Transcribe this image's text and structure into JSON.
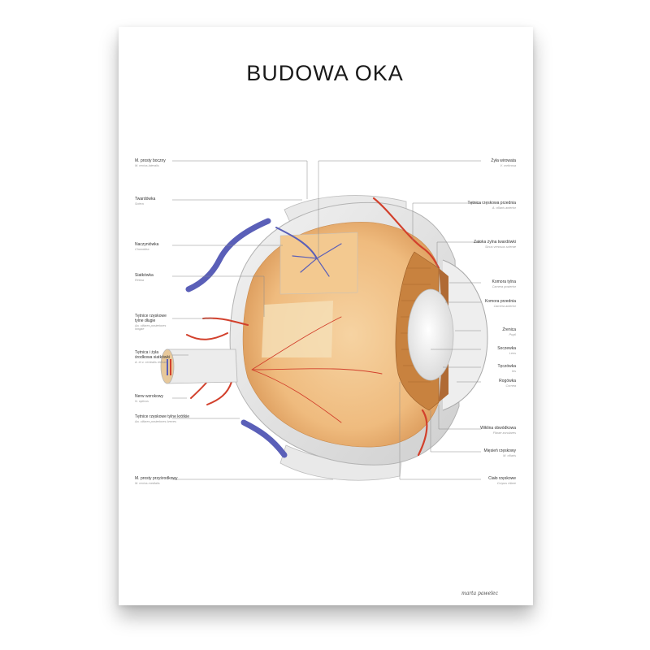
{
  "title": "BUDOWA OKA",
  "labels_left": [
    {
      "pl": "M. prosty boczny",
      "la": "M. rectus lateralis"
    },
    {
      "pl": "Twardówka",
      "la": "Sclera"
    },
    {
      "pl": "Naczyniówka",
      "la": "Choroidea"
    },
    {
      "pl": "Siatkówka",
      "la": "Retina"
    },
    {
      "pl": "Tętnice rzęskowe tylne długie",
      "la": "Aa. ciliares posteriores longae"
    },
    {
      "pl": "Tętnica i żyła środkowa siatkówki",
      "la": "A. et v. centralis retinae"
    },
    {
      "pl": "Nerw wzrokowy",
      "la": "N. opticus"
    },
    {
      "pl": "Tętnice rzęskowe tylne krótkie",
      "la": "Aa. ciliares posteriores breves"
    },
    {
      "pl": "M. prosty przyśrodkowy",
      "la": "M. rectus medialis"
    }
  ],
  "labels_right": [
    {
      "pl": "Żyła wirowata",
      "la": "V. vorticosa"
    },
    {
      "pl": "Tętnica rzęskowa przednia",
      "la": "A. ciliaris anterior"
    },
    {
      "pl": "Zatoka żylna twardówki",
      "la": "Sinus venosus sclerae"
    },
    {
      "pl": "Komora tylna",
      "la": "Camera posterior"
    },
    {
      "pl": "Komora przednia",
      "la": "Camera anterior"
    },
    {
      "pl": "Źrenica",
      "la": "Pupil"
    },
    {
      "pl": "Soczewka",
      "la": "Lens"
    },
    {
      "pl": "Tęczówka",
      "la": "Iris"
    },
    {
      "pl": "Rogówka",
      "la": "Cornea"
    },
    {
      "pl": "Wiklina obwódkowa",
      "la": "Fibrae zonulares"
    },
    {
      "pl": "Mięsień rzęskowy",
      "la": "M. ciliaris"
    },
    {
      "pl": "Ciało rzęskowe",
      "la": "Corpus ciliare"
    }
  ],
  "signature": "marta pawelec",
  "colors": {
    "sclera": "#e6e6e6",
    "retina": "#f0c48e",
    "artery": "#d2402c",
    "vein": "#5a5fb8",
    "iris": "#c8823f"
  }
}
